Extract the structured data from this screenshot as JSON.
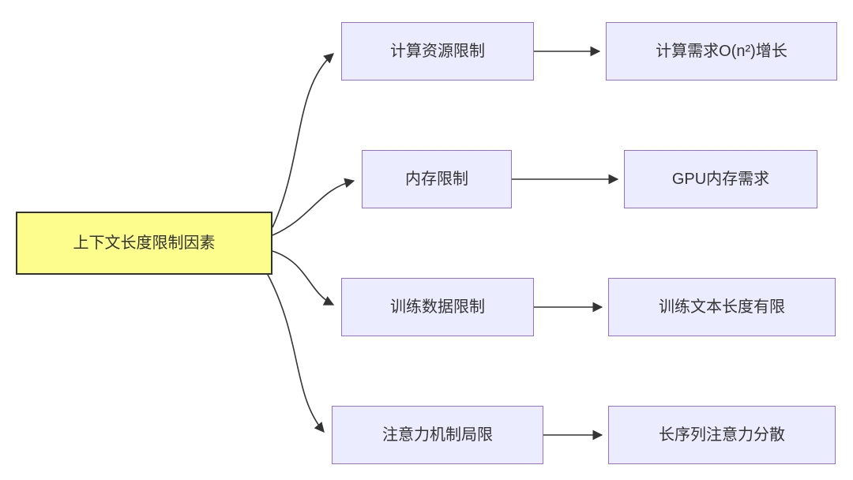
{
  "diagram": {
    "type": "flowchart",
    "root": {
      "label": "上下文长度限制因素"
    },
    "branches": [
      {
        "cause": "计算资源限制",
        "effect": "计算需求O(n²)增长"
      },
      {
        "cause": "内存限制",
        "effect": "GPU内存需求"
      },
      {
        "cause": "训练数据限制",
        "effect": "训练文本长度有限"
      },
      {
        "cause": "注意力机制局限",
        "effect": "长序列注意力分散"
      }
    ],
    "colors": {
      "root_fill": "#fdfd8e",
      "root_border": "#333333",
      "node_fill": "#ececff",
      "node_border": "#9370db",
      "edge": "#333333",
      "text": "#333333",
      "background": "#ffffff"
    }
  }
}
